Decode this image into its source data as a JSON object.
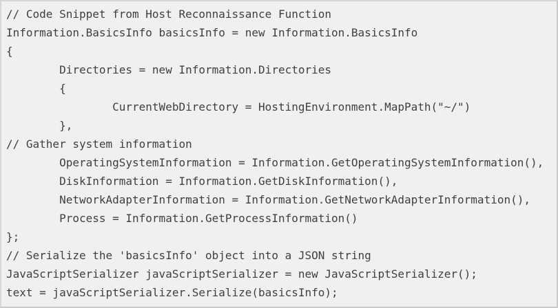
{
  "code_block": {
    "colors": {
      "background": "#f0f0f1",
      "border": "#c9c9c9",
      "text": "#3f3f3f"
    },
    "lines": [
      "// Code Snippet from Host Reconnaissance Function",
      "Information.BasicsInfo basicsInfo = new Information.BasicsInfo",
      "{",
      "        Directories = new Information.Directories",
      "        {",
      "                CurrentWebDirectory = HostingEnvironment.MapPath(\"~/\")",
      "        },",
      "// Gather system information",
      "        OperatingSystemInformation = Information.GetOperatingSystemInformation(),",
      "        DiskInformation = Information.GetDiskInformation(),",
      "        NetworkAdapterInformation = Information.GetNetworkAdapterInformation(),",
      "        Process = Information.GetProcessInformation()",
      "};",
      "// Serialize the 'basicsInfo' object into a JSON string",
      "JavaScriptSerializer javaScriptSerializer = new JavaScriptSerializer();",
      "text = javaScriptSerializer.Serialize(basicsInfo);"
    ]
  }
}
